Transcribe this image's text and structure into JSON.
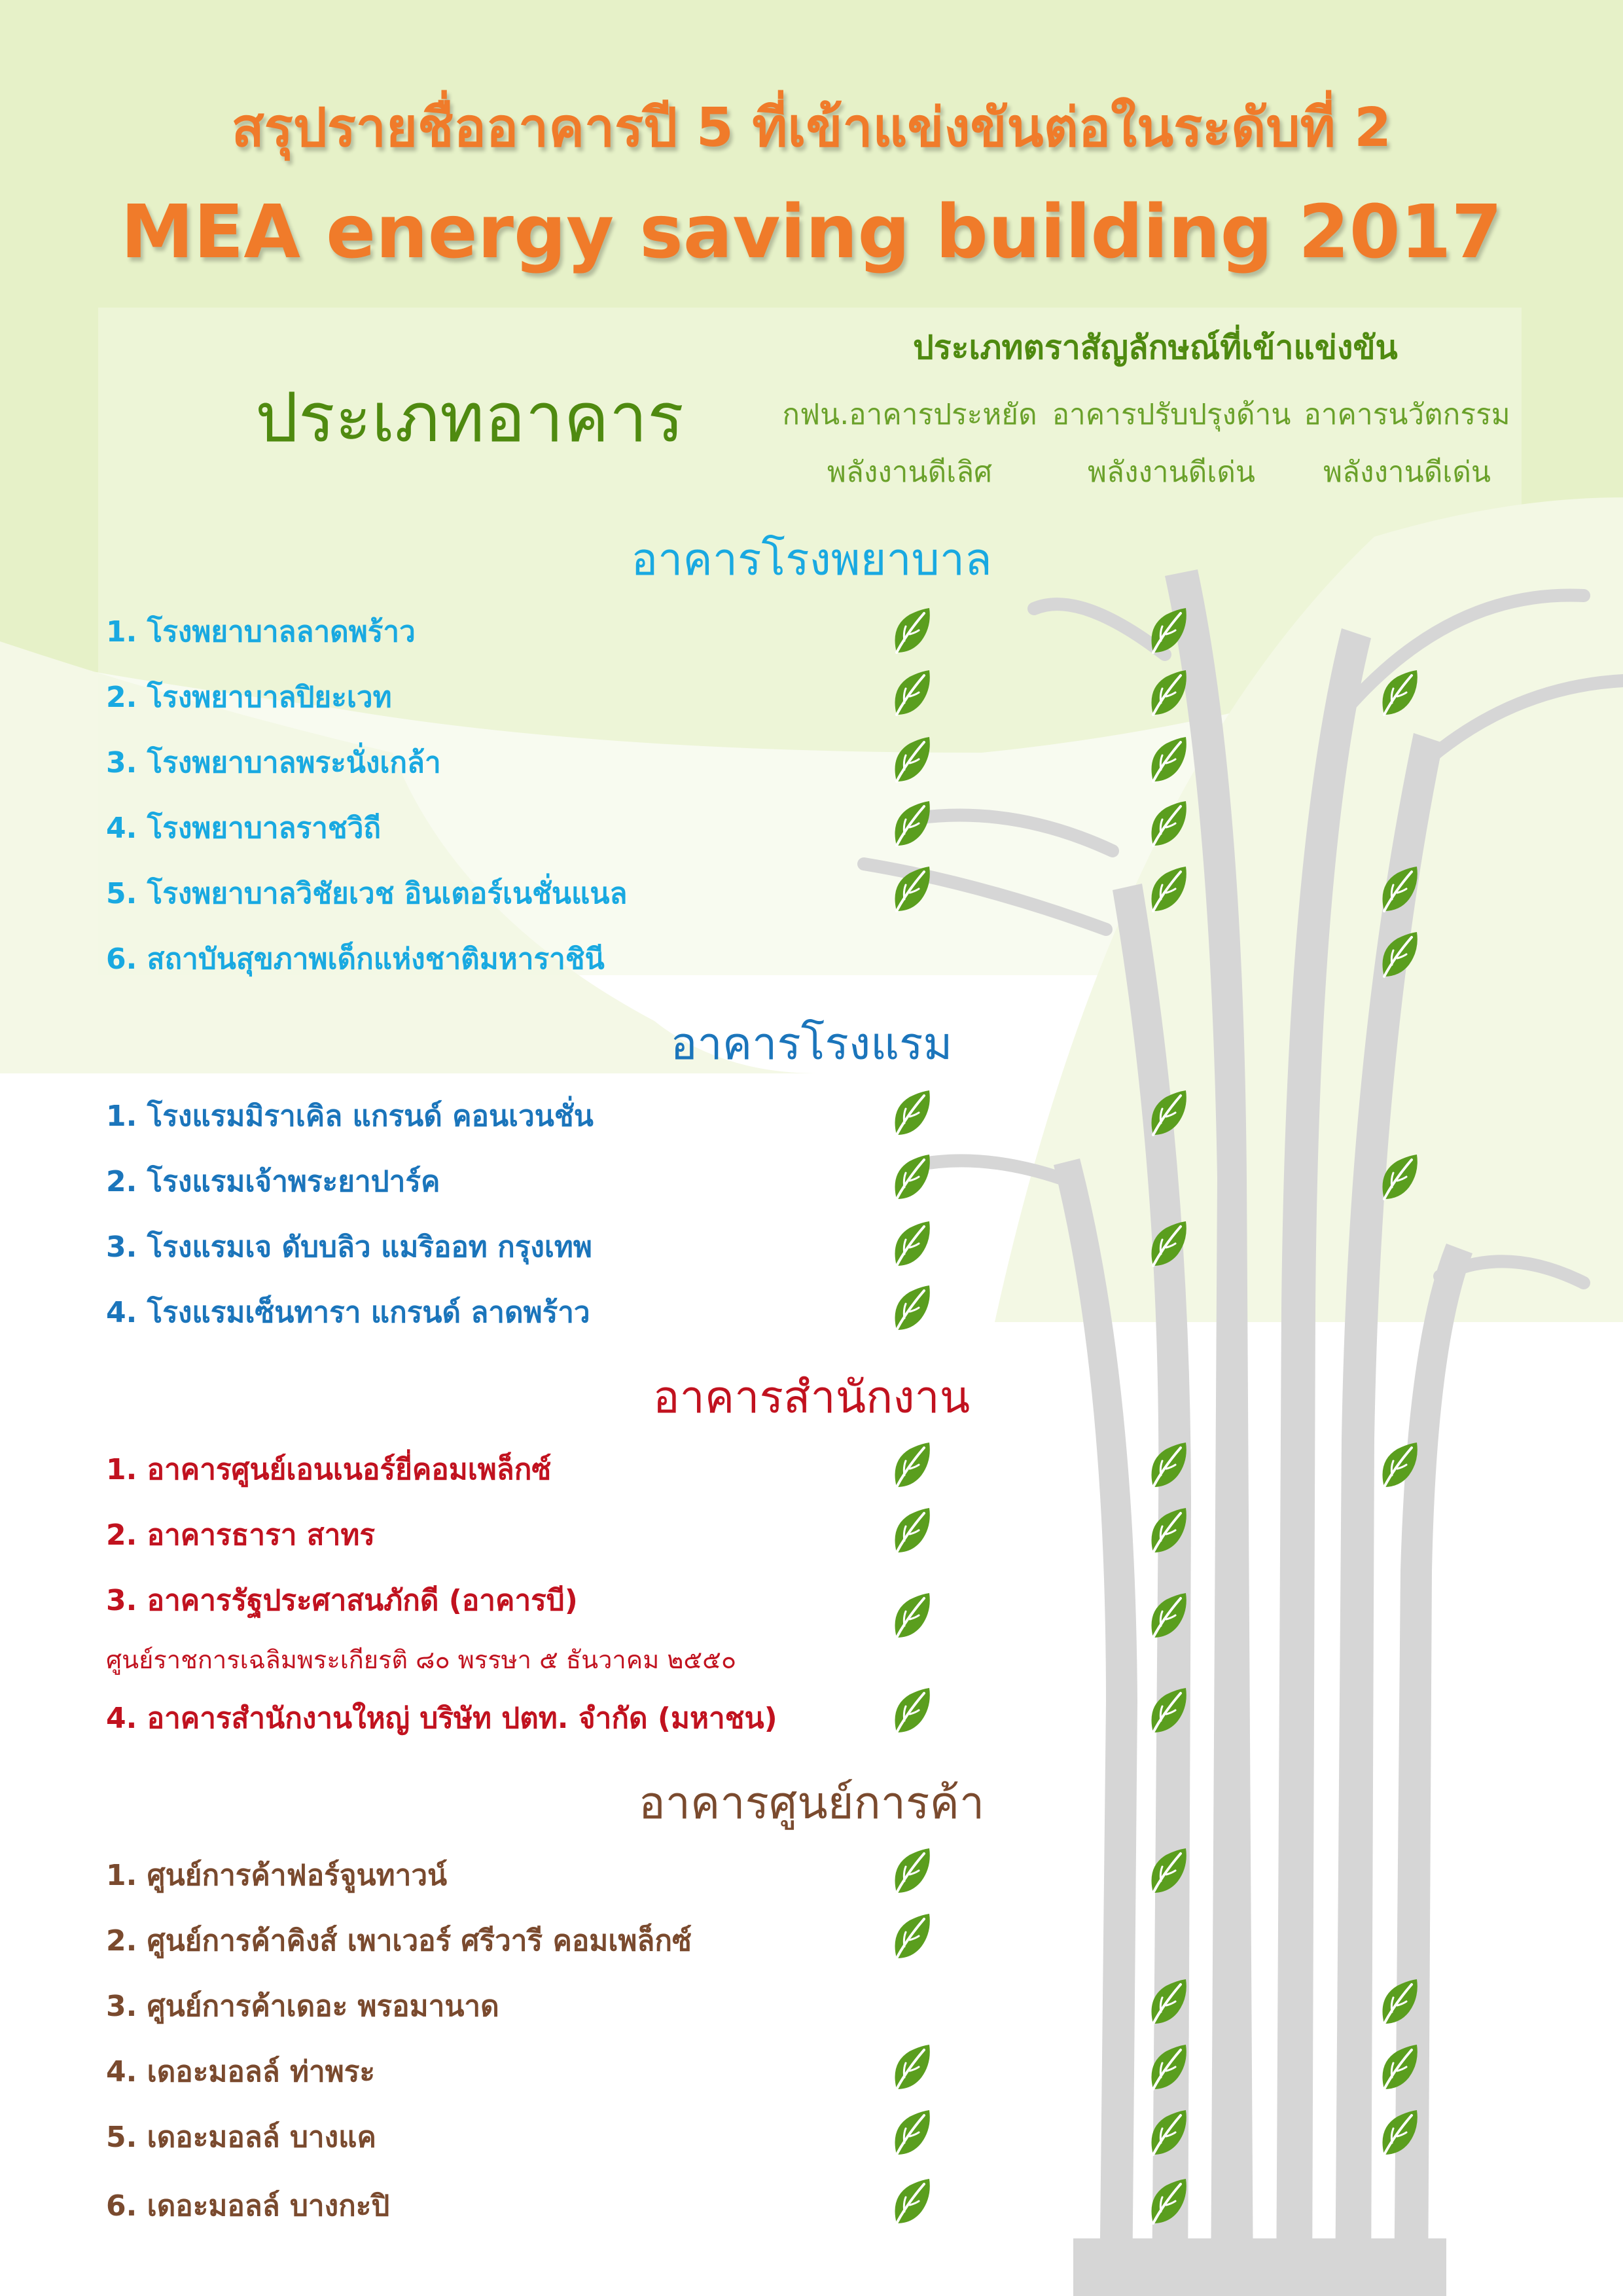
{
  "title_line1": "สรุปรายชื่ออาคารปี 5 ที่เข้าแข่งขันต่อในระดับที่ 2",
  "title_line2": "MEA energy saving building 2017",
  "header": {
    "building_type_label": "ประเภทอาคาร",
    "brand_types_label": "ประเภทตราสัญลักษณ์ที่เข้าแข่งขัน",
    "columns": [
      {
        "line1": "กฟน.อาคารประหยัด",
        "line2": "พลังงานดีเลิศ"
      },
      {
        "line1": "อาคารปรับปรุงด้าน",
        "line2": "พลังงานดีเด่น"
      },
      {
        "line1": "อาคารนวัตกรรม",
        "line2": "พลังงานดีเด่น"
      }
    ]
  },
  "colors": {
    "title_orange": "#f07b2a",
    "header_green": "#4f8a10",
    "hospital": "#19a9e1",
    "hotel": "#1b75bb",
    "office": "#c1121f",
    "mall": "#7a4a2e",
    "leaf": "#5a9e1e"
  },
  "icon": "leaf-icon",
  "sections": [
    {
      "title": "อาคารโรงพยาบาล",
      "color": "#19a9e1",
      "items": [
        {
          "name": "1. โรงพยาบาลลาดพร้าว",
          "awards": [
            true,
            true,
            false
          ]
        },
        {
          "name": "2. โรงพยาบาลปิยะเวท",
          "awards": [
            true,
            true,
            true
          ]
        },
        {
          "name": "3. โรงพยาบาลพระนั่งเกล้า",
          "awards": [
            true,
            true,
            false
          ]
        },
        {
          "name": "4. โรงพยาบาลราชวิถี",
          "awards": [
            true,
            true,
            false
          ]
        },
        {
          "name": "5. โรงพยาบาลวิชัยเวช อินเตอร์เนชั่นแนล",
          "awards": [
            true,
            true,
            true
          ]
        },
        {
          "name": "6. สถาบันสุขภาพเด็กแห่งชาติมหาราชินี",
          "awards": [
            false,
            false,
            true
          ]
        }
      ]
    },
    {
      "title": "อาคารโรงแรม",
      "color": "#1b75bb",
      "items": [
        {
          "name": "1. โรงแรมมิราเคิล แกรนด์ คอนเวนชั่น",
          "awards": [
            true,
            true,
            false
          ]
        },
        {
          "name": "2. โรงแรมเจ้าพระยาปาร์ค",
          "awards": [
            true,
            false,
            true
          ]
        },
        {
          "name": "3. โรงแรมเจ ดับบลิว แมริออท กรุงเทพ",
          "awards": [
            true,
            true,
            false
          ]
        },
        {
          "name": "4. โรงแรมเซ็นทารา แกรนด์ ลาดพร้าว",
          "awards": [
            true,
            false,
            false
          ]
        }
      ]
    },
    {
      "title": "อาคารสำนักงาน",
      "color": "#c1121f",
      "items": [
        {
          "name": "1. อาคารศูนย์เอนเนอร์ยี่คอมเพล็กซ์",
          "awards": [
            true,
            true,
            true
          ]
        },
        {
          "name": "2. อาคารธารา สาทร",
          "awards": [
            true,
            true,
            false
          ]
        },
        {
          "name": "3. อาคารรัฐประศาสนภักดี (อาคารบี)",
          "sub": "ศูนย์ราชการเฉลิมพระเกียรติ ๘๐ พรรษา ๕ ธันวาคม ๒๕๕๐",
          "awards": [
            true,
            true,
            false
          ]
        },
        {
          "name": "4. อาคารสำนักงานใหญ่ บริษัท ปตท. จำกัด (มหาชน)",
          "awards": [
            true,
            true,
            false
          ]
        }
      ]
    },
    {
      "title": "อาคารศูนย์การค้า",
      "color": "#7a4a2e",
      "items": [
        {
          "name": "1. ศูนย์การค้าฟอร์จูนทาวน์",
          "awards": [
            true,
            true,
            false
          ]
        },
        {
          "name": "2. ศูนย์การค้าคิงส์ เพาเวอร์ ศรีวารี คอมเพล็กซ์",
          "awards": [
            true,
            false,
            false
          ]
        },
        {
          "name": "3. ศูนย์การค้าเดอะ พรอมานาด",
          "awards": [
            false,
            true,
            true
          ]
        },
        {
          "name": "4. เดอะมอลล์ ท่าพระ",
          "awards": [
            true,
            true,
            true
          ]
        },
        {
          "name": "5. เดอะมอลล์ บางแค",
          "awards": [
            true,
            true,
            true
          ]
        },
        {
          "name": "6. เดอะมอลล์ บางกะปิ",
          "awards": [
            true,
            true,
            false
          ]
        }
      ]
    }
  ]
}
